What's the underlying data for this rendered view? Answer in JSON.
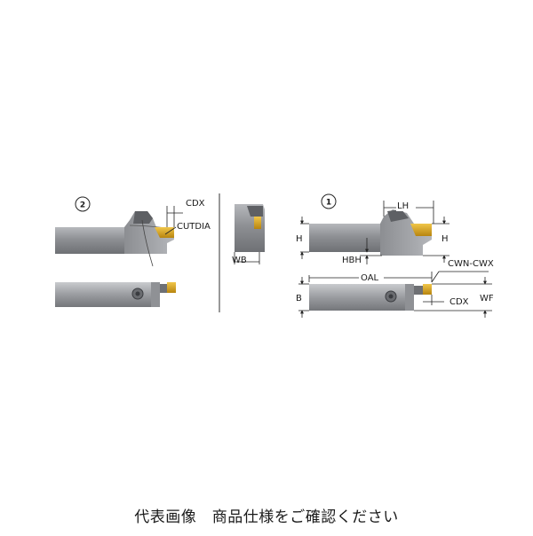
{
  "views": {
    "view2": {
      "badge": "2",
      "labels": {
        "cdx": "CDX",
        "cutdia": "CUTDIA"
      }
    },
    "end_view": {
      "labels": {
        "wb": "WB"
      }
    },
    "view1": {
      "badge": "1",
      "labels": {
        "lh": "LH",
        "h_left": "H",
        "h_right": "H",
        "hbh": "HBH",
        "oal": "OAL",
        "cwn_cwx": "CWN-CWX",
        "b": "B",
        "cdx": "CDX",
        "wf": "WF"
      }
    }
  },
  "caption": "代表画像　商品仕様をご確認ください",
  "colors": {
    "body_dark": "#7f8185",
    "body_mid": "#a9abaf",
    "body_light": "#d2d4d7",
    "insert_gold": "#d9a520",
    "line": "#222222"
  }
}
